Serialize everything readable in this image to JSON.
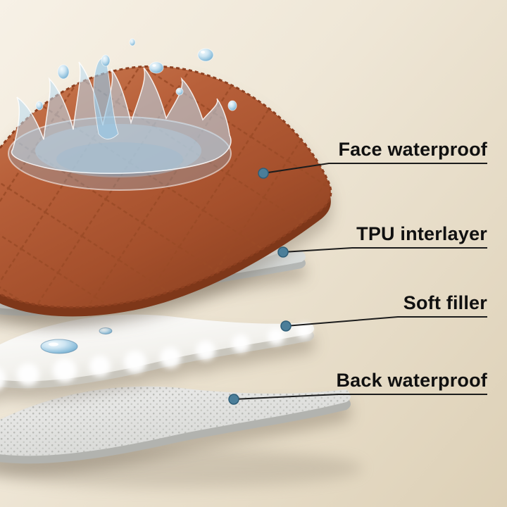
{
  "figure": {
    "type": "product-layer-diagram",
    "background": "#ece4d3",
    "callout_dot_color": "#4b7e99",
    "callout_line_color": "#1c1c1c",
    "layers": [
      {
        "id": "face",
        "label": "Face waterproof",
        "color": "#b25c35"
      },
      {
        "id": "tpu",
        "label": "TPU interlayer",
        "color": "#e8eae8"
      },
      {
        "id": "filler",
        "label": "Soft filler",
        "color": "#f6f5f1"
      },
      {
        "id": "back",
        "label": "Back waterproof",
        "color": "#dddedb"
      }
    ]
  }
}
